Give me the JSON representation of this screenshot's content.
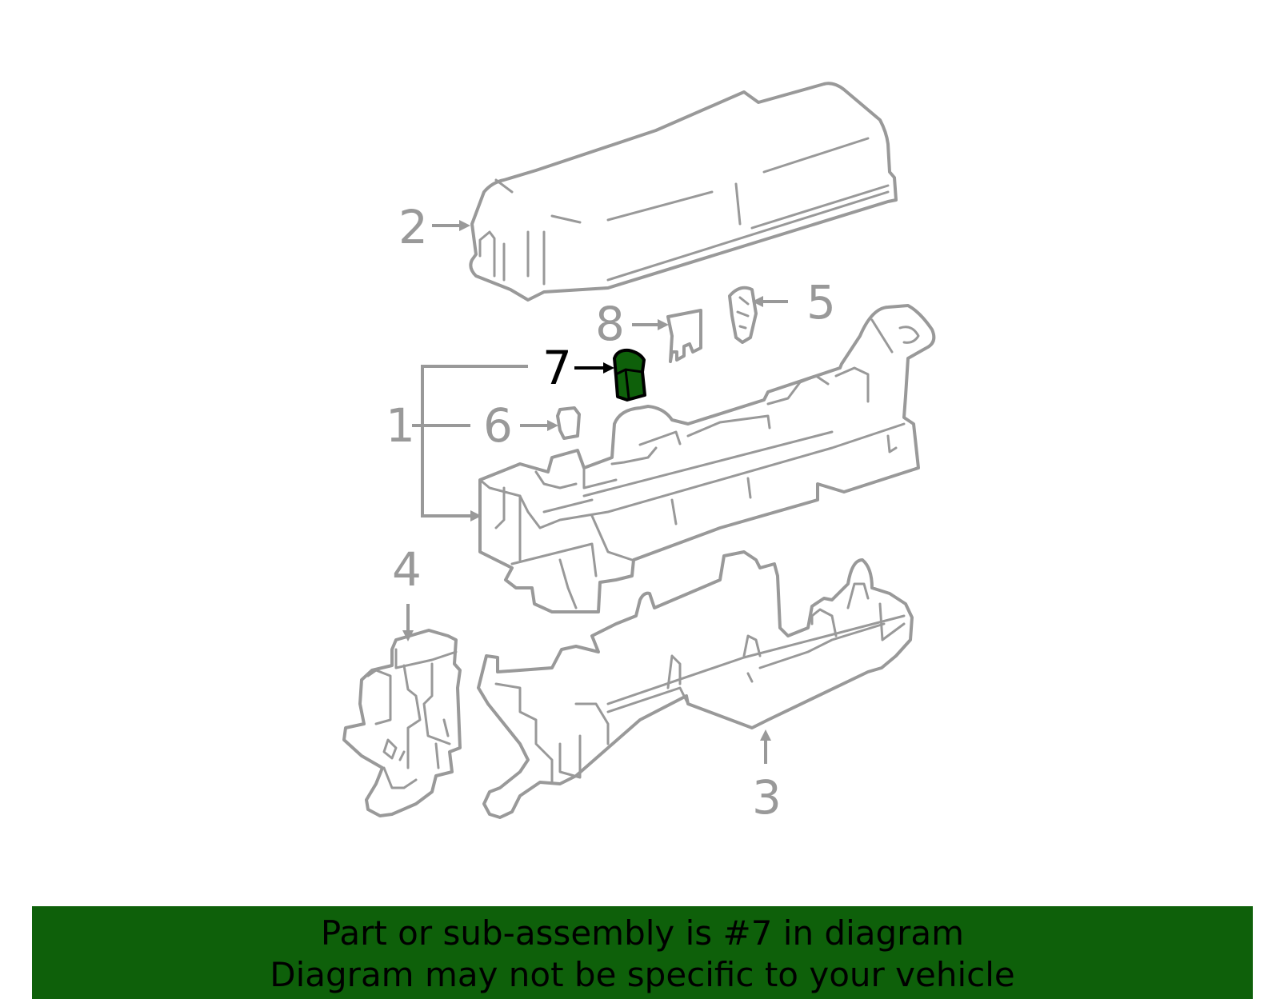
{
  "callouts": {
    "c1": "1",
    "c2": "2",
    "c3": "3",
    "c4": "4",
    "c5": "5",
    "c6": "6",
    "c7": "7",
    "c8": "8"
  },
  "highlight": {
    "part": "7",
    "color": "#0e600a",
    "outline": "#000000"
  },
  "colors": {
    "line_art": "#999999",
    "banner_bg": "#0e600a",
    "banner_text": "#000000"
  },
  "banner": {
    "line1": "Part or sub-assembly is #7 in diagram",
    "line2": "Diagram may not be specific to your vehicle"
  }
}
